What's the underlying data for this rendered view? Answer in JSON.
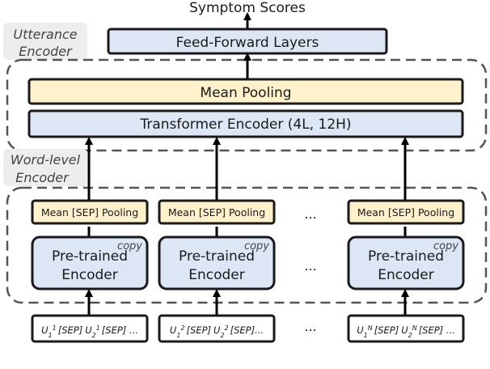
{
  "diagram": {
    "output_label": "Symptom Scores",
    "utterance_encoder_label": [
      "Utterance",
      "Encoder"
    ],
    "word_level_encoder_label": [
      "Word-level",
      "Encoder"
    ],
    "feed_forward": "Feed-Forward Layers",
    "mean_pooling": "Mean Pooling",
    "transformer_encoder": "Transformer Encoder (4L, 12H)",
    "sep_pooling": "Mean [SEP] Pooling",
    "pretrained_encoder": [
      "Pre-trained",
      "Encoder"
    ],
    "copy_label": "copy",
    "ellipsis": "...",
    "inputs": [
      {
        "u1sup": "1",
        "u2sup": "1",
        "tail": "[SEP] ..."
      },
      {
        "u1sup": "2",
        "u2sup": "2",
        "tail": "[SEP]..."
      },
      {
        "u1sup": "N",
        "u2sup": "N",
        "tail": "[SEP] ..."
      }
    ],
    "input_u": "U",
    "input_sub1": "1",
    "input_sub2": "2",
    "input_sep": "[SEP]"
  }
}
